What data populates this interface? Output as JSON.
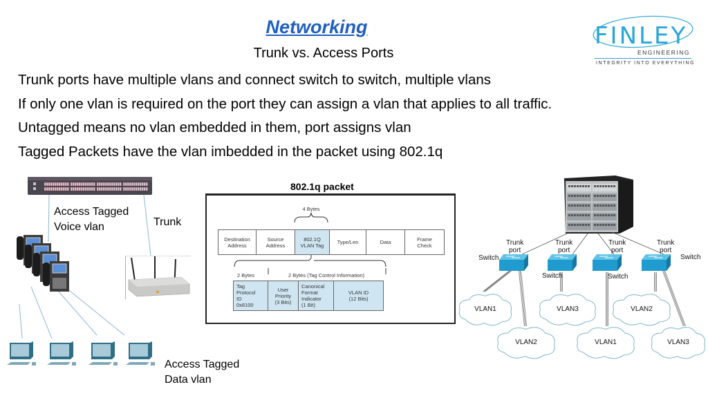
{
  "header": {
    "title": "Networking",
    "subtitle": "Trunk vs. Access Ports"
  },
  "logo": {
    "brand": "FINLEY",
    "division": "ENGINEERING",
    "tagline": "INTEGRITY INTO EVERYTHING",
    "brand_color": "#29a6d8"
  },
  "bullets": [
    "Trunk ports have multiple vlans and connect switch to switch, multiple vlans",
    "If only one vlan is required on the port they can assign a vlan that applies to all traffic.",
    "Untagged means no vlan embedded in them, port assigns vlan",
    "Tagged Packets have the vlan imbedded in the packet using 802.1q"
  ],
  "left_diagram": {
    "voice_label_line1": "Access Tagged",
    "voice_label_line2": "Voice vlan",
    "trunk_label": "Trunk",
    "data_label_line1": "Access Tagged",
    "data_label_line2": "Data vlan"
  },
  "packet": {
    "title": "802.1q packet",
    "four_bytes": "4 Bytes",
    "frame_fields": [
      {
        "line1": "Destination",
        "line2": "Address"
      },
      {
        "line1": "Source",
        "line2": "Address"
      },
      {
        "line1": "802.1Q",
        "line2": "VLAN Tag"
      },
      {
        "line1": "Type/Len",
        "line2": ""
      },
      {
        "line1": "Data",
        "line2": ""
      },
      {
        "line1": "Frame",
        "line2": "Check"
      }
    ],
    "two_bytes": "2 Bytes",
    "tci_label": "2 Bytes (Tag Control Information)",
    "tag_fields": [
      {
        "lines": [
          "Tag",
          "Protocol",
          "ID",
          "0x8100"
        ]
      },
      {
        "lines": [
          "User",
          "Priority",
          "(3 Bits)"
        ]
      },
      {
        "lines": [
          "Canonical",
          "Format",
          "Indicator",
          "(1 Bit)"
        ]
      },
      {
        "lines": [
          "VLAN ID",
          "(12 Bits)"
        ]
      }
    ]
  },
  "network": {
    "trunk_port": [
      "Trunk",
      "port"
    ],
    "switch_label": "Switch",
    "vlans_top": [
      "VLAN1",
      "VLAN3",
      "VLAN2"
    ],
    "vlans_bottom": [
      "VLAN2",
      "VLAN1",
      "VLAN3"
    ]
  }
}
